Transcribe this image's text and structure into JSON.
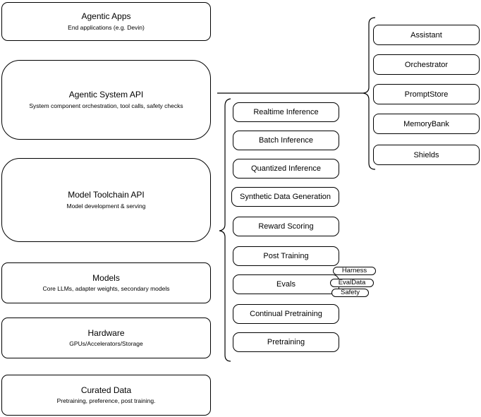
{
  "canvas": {
    "background": "#ffffff",
    "stroke": "#000000",
    "text_color": "#000000"
  },
  "left_stack": [
    {
      "title": "Agentic Apps",
      "subtitle": "End applications (e.g. Devin)"
    },
    {
      "title": "Agentic System API",
      "subtitle": "System component orchestration, tool calls, safety checks"
    },
    {
      "title": "Model Toolchain API",
      "subtitle": "Model development & serving"
    },
    {
      "title": "Models",
      "subtitle": "Core LLMs, adapter weights, secondary models"
    },
    {
      "title": "Hardware",
      "subtitle": "GPUs/Accelerators/Storage"
    },
    {
      "title": "Curated Data",
      "subtitle": "Pretraining, preference, post training."
    }
  ],
  "toolchain_components": [
    "Realtime Inference",
    "Batch Inference",
    "Quantized Inference",
    "Synthetic Data Generation",
    "Reward Scoring",
    "Post Training",
    "Evals",
    "Continual Pretraining",
    "Pretraining"
  ],
  "eval_tags": [
    "Harness",
    "EvalData",
    "Safety"
  ],
  "system_components": [
    "Assistant",
    "Orchestrator",
    "PromptStore",
    "MemoryBank",
    "Shields"
  ]
}
